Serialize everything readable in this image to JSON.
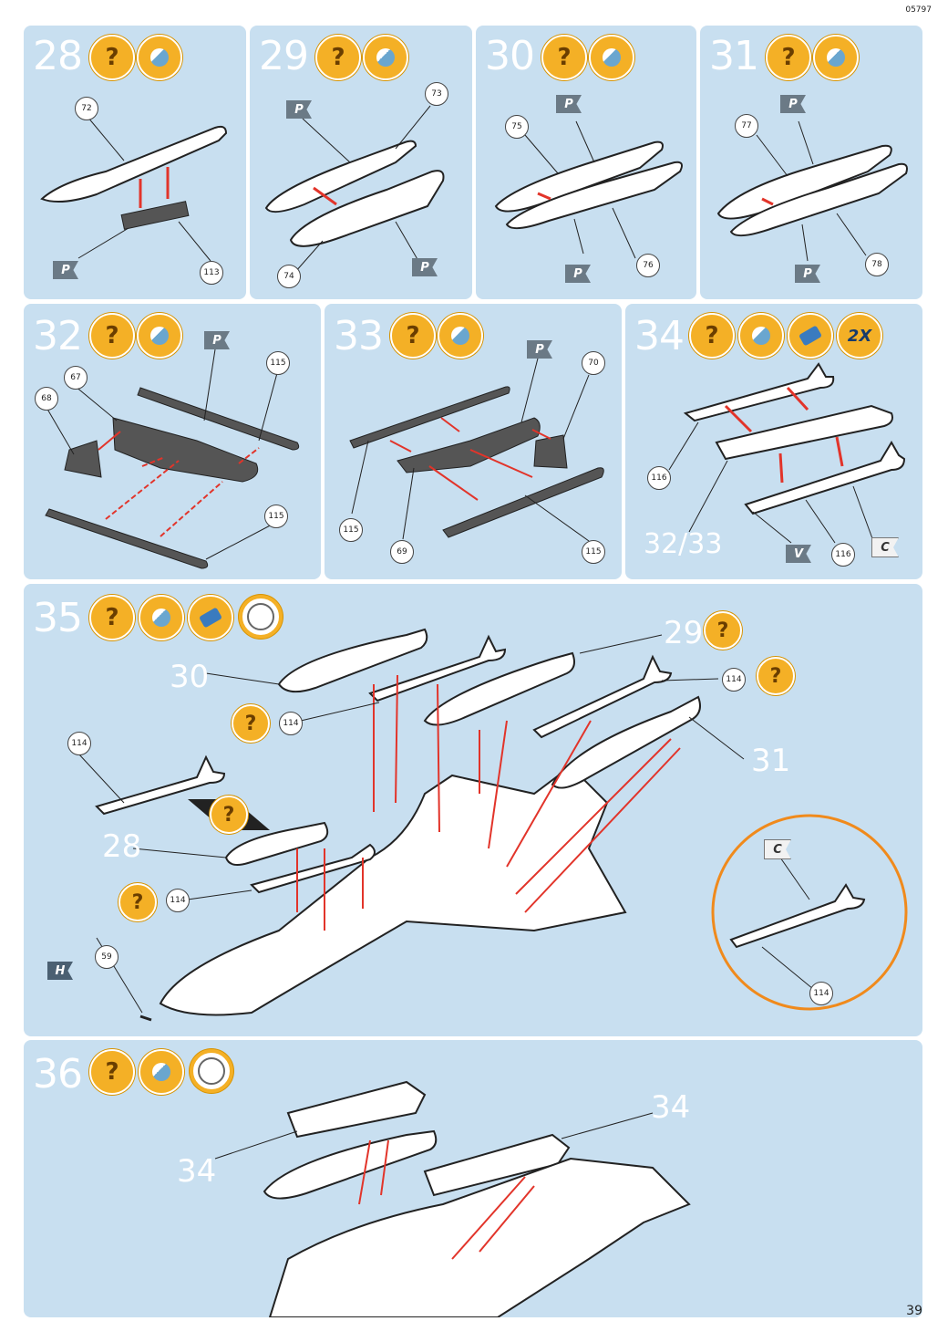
{
  "header": {
    "code": "05797"
  },
  "page_number": "39",
  "steps": {
    "s28": {
      "number": "28",
      "parts": [
        "72",
        "113"
      ],
      "flags": [
        "P"
      ]
    },
    "s29": {
      "number": "29",
      "parts": [
        "73",
        "74"
      ],
      "flags": [
        "P",
        "P"
      ]
    },
    "s30": {
      "number": "30",
      "parts": [
        "75",
        "76"
      ],
      "flags": [
        "P",
        "P"
      ]
    },
    "s31": {
      "number": "31",
      "parts": [
        "77",
        "78"
      ],
      "flags": [
        "P",
        "P"
      ]
    },
    "s32": {
      "number": "32",
      "parts": [
        "67",
        "68",
        "115",
        "115"
      ],
      "flags": [
        "P"
      ]
    },
    "s33": {
      "number": "33",
      "parts": [
        "70",
        "115",
        "69",
        "115"
      ],
      "flags": [
        "P"
      ]
    },
    "s34": {
      "number": "34",
      "multiplier": "2X",
      "parts": [
        "116",
        "116"
      ],
      "ref": "32/33",
      "flags": [
        "V",
        "C"
      ]
    },
    "s35": {
      "number": "35",
      "parts": [
        "114",
        "114",
        "114",
        "114",
        "59",
        "114"
      ],
      "refs": [
        "30",
        "29",
        "31",
        "28"
      ],
      "flags": [
        "H",
        "C"
      ]
    },
    "s36": {
      "number": "36",
      "refs": [
        "34",
        "34"
      ]
    }
  }
}
